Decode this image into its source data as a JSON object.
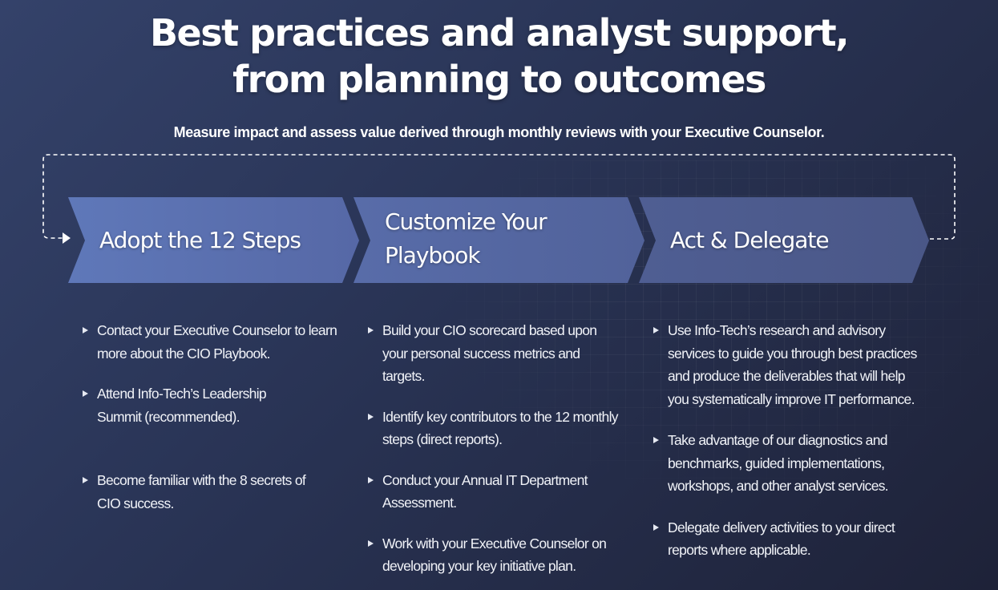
{
  "header": {
    "title_line1": "Best practices and analyst support,",
    "title_line2": "from planning to outcomes",
    "subtitle": "Measure impact and assess value derived through monthly reviews with your Executive Counselor."
  },
  "colors": {
    "background_start": "#34426a",
    "background_end": "#1e2238",
    "chevron_1": "#5b73b3",
    "chevron_2": "#5669a5",
    "chevron_3": "#4c5a8c",
    "text": "#ffffff"
  },
  "loop_arrow": {
    "icon": "dashed-loop-arrow-icon"
  },
  "steps": [
    {
      "label": "Adopt the 12 Steps",
      "bullets": [
        "Contact your Executive Counselor to learn more about the CIO Playbook.",
        "Attend Info-Tech’s Leadership Summit (recommended).",
        "Become familiar with the 8 secrets of CIO success."
      ]
    },
    {
      "label": "Customize Your Playbook",
      "bullets": [
        "Build your CIO scorecard based upon your personal success metrics and targets.",
        "Identify key contributors to the 12 monthly steps (direct reports).",
        "Conduct your Annual IT Department Assessment.",
        "Work with your Executive Counselor on developing your key initiative plan."
      ]
    },
    {
      "label": "Act & Delegate",
      "bullets": [
        "Use Info-Tech’s research and advisory services to guide you through best practices and produce the deliverables that will help you systematically improve IT performance.",
        "Take advantage of our diagnostics and benchmarks, guided implementations, workshops, and other analyst services.",
        "Delegate delivery activities to your direct reports where applicable."
      ]
    }
  ]
}
